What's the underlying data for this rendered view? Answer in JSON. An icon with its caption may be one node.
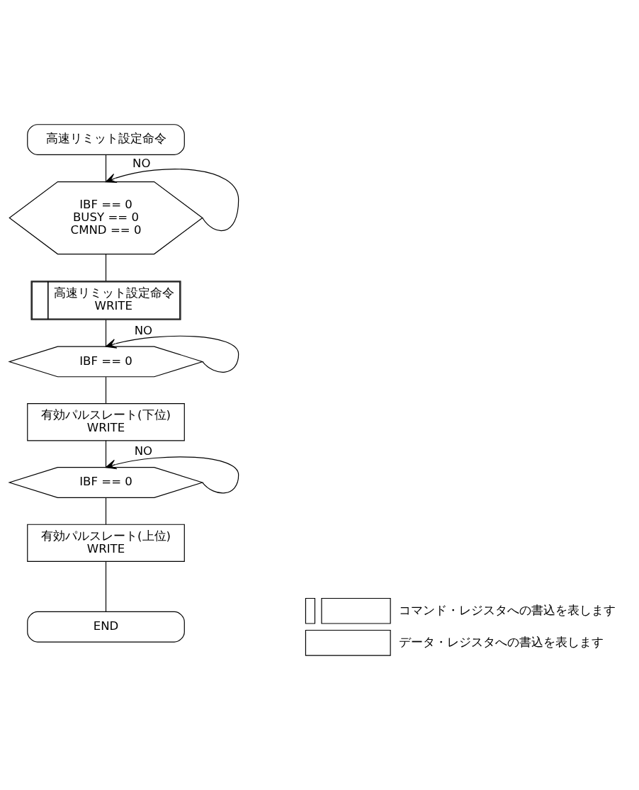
{
  "diagram": {
    "nodes": [
      {
        "text": [
          "高速リミット設定命令"
        ]
      },
      {
        "text": [
          "IBF == 0",
          "BUSY == 0",
          "CMND == 0"
        ]
      },
      {
        "text": [
          "高速リミット設定命令",
          "WRITE"
        ]
      },
      {
        "text": [
          "IBF == 0"
        ]
      },
      {
        "text": [
          "有効パルスレート(下位)",
          "WRITE"
        ]
      },
      {
        "text": [
          "IBF == 0"
        ]
      },
      {
        "text": [
          "有効パルスレート(上位)",
          "WRITE"
        ]
      },
      {
        "text": [
          "END"
        ]
      }
    ],
    "edges": [
      {
        "from": 0,
        "to": 1,
        "arrow": "none"
      },
      {
        "from": 1,
        "to": 1,
        "arrow": "to",
        "label": "NO"
      },
      {
        "from": 1,
        "to": 2,
        "arrow": "none"
      },
      {
        "from": 2,
        "to": 3,
        "arrow": "none"
      },
      {
        "from": 3,
        "to": 3,
        "arrow": "to",
        "label": "NO"
      },
      {
        "from": 3,
        "to": 4,
        "arrow": "none"
      },
      {
        "from": 4,
        "to": 5,
        "arrow": "none"
      },
      {
        "from": 5,
        "to": 5,
        "arrow": "to",
        "label": "NO"
      },
      {
        "from": 5,
        "to": 6,
        "arrow": "none"
      },
      {
        "from": 6,
        "to": 7,
        "arrow": "none"
      }
    ],
    "legend": [
      {
        "text": "コマンド・レジスタへの書込を表します"
      },
      {
        "text": "データ・レジスタへの書込を表します"
      }
    ]
  }
}
